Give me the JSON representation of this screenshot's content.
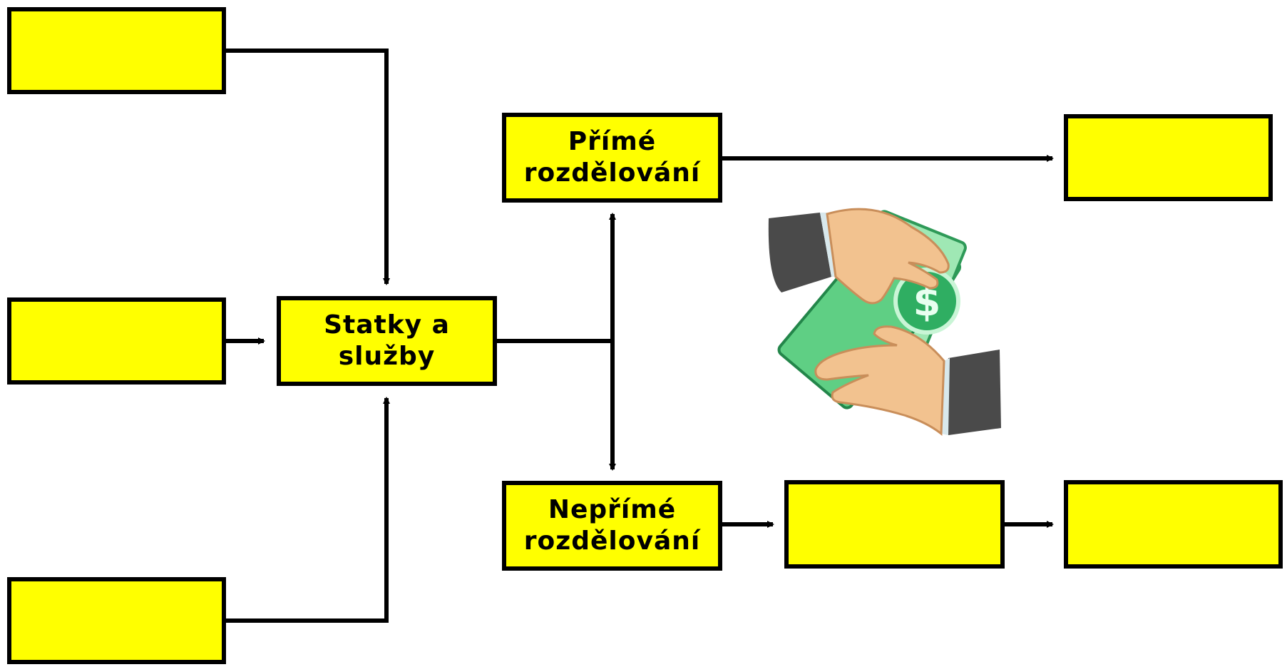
{
  "diagram": {
    "boxes": {
      "left_top": "",
      "left_mid": "",
      "left_bottom": "",
      "center": "Statky a\nslužby",
      "direct": "Přímé\nrozdělování",
      "indirect": "Nepřímé\nrozdělování",
      "direct_out": "",
      "indirect_mid": "",
      "indirect_out": ""
    },
    "colors": {
      "box_fill": "#ffff00",
      "border": "#000000",
      "money": "#3fbf6f",
      "skin": "#f2c28f",
      "sleeve": "#4a4a4a"
    },
    "illustration": "hands-exchanging-money-icon"
  }
}
